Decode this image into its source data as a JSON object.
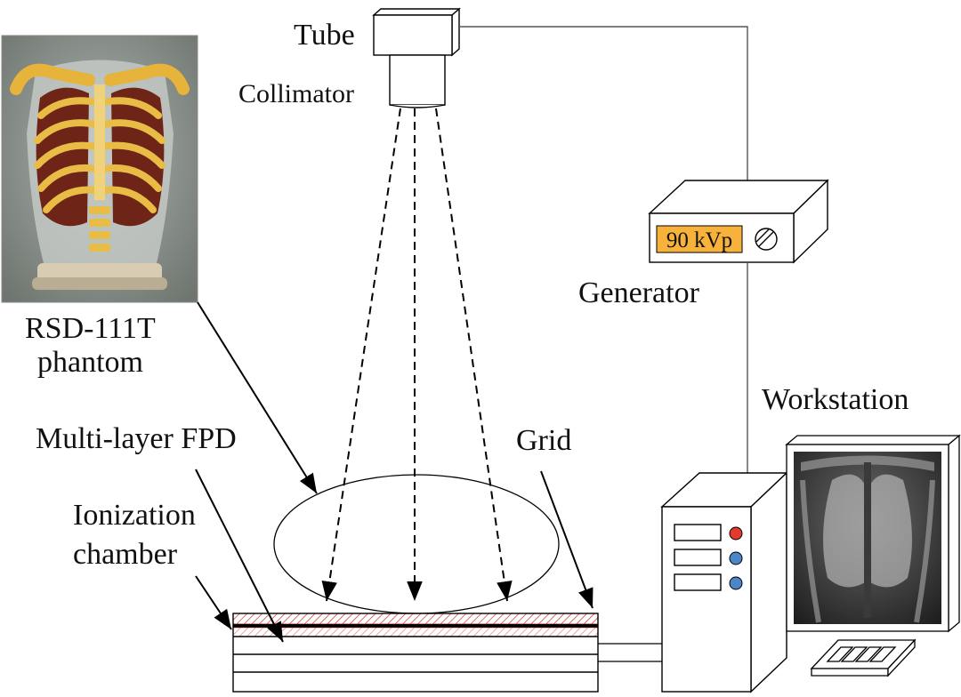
{
  "labels": {
    "tube": "Tube",
    "collimator": "Collimator",
    "phantom_line1": "RSD-111T",
    "phantom_line2": "phantom",
    "generator": "Generator",
    "workstation": "Workstation",
    "grid": "Grid",
    "multilayer_fpd": "Multi-layer FPD",
    "ionization_line1": "Ionization",
    "ionization_line2": "chamber"
  },
  "generator_display": "90 kVp",
  "colors": {
    "display_bg": "#f7b23b",
    "red_led": "#e23b2e",
    "blue_led": "#4d86c6",
    "hatch": "#c9302c"
  }
}
